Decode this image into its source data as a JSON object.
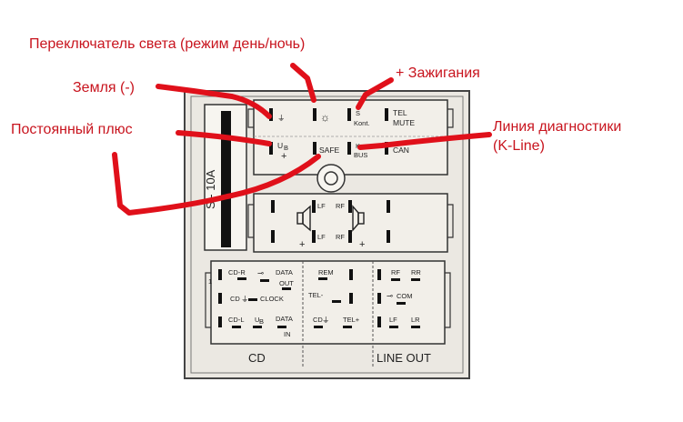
{
  "annotations": {
    "light_switch": "Переключатель света (режим день/ночь)",
    "ignition": "+ Зажигания",
    "ground": "Земля (-)",
    "constant_plus": "Постоянный плюс",
    "diag_line_1": "Линия диагностики",
    "diag_line_2": "(K-Line)"
  },
  "connector": {
    "fuse": "S - 10A",
    "top_pins": {
      "ub": "U",
      "ub_sub": "B",
      "plus": "+",
      "safe": "SAFE",
      "s_kont_1": "S",
      "s_kont_2": "Kont.",
      "k_bus_1": "K",
      "k_bus_2": "BUS",
      "tel": "TEL",
      "mute": "MUTE",
      "can": "CAN"
    },
    "speakers": {
      "lf_top": "LF",
      "rf_top": "RF",
      "lf_bottom": "LF",
      "rf_bottom": "RF",
      "plus_left": "+",
      "plus_right": "+"
    },
    "bottom_pins": {
      "cdr": "CD-R",
      "data_out_1": "DATA",
      "data_out_2": "OUT",
      "cd_gnd": "CD",
      "clock": "CLOCK",
      "cdl": "CD-L",
      "ub2": "U",
      "ub2_sub": "B",
      "data_in_1": "DATA",
      "data_in_2": "IN",
      "rem": "REM",
      "tel_minus": "TEL-",
      "cd_gnd2": "CD",
      "tel_plus": "TEL+",
      "rf": "RF",
      "rr": "RR",
      "com": "COM",
      "lf": "LF",
      "lr": "LR",
      "pin_number": "1"
    },
    "sections": {
      "cd": "CD",
      "line_out": "LINE OUT"
    }
  }
}
